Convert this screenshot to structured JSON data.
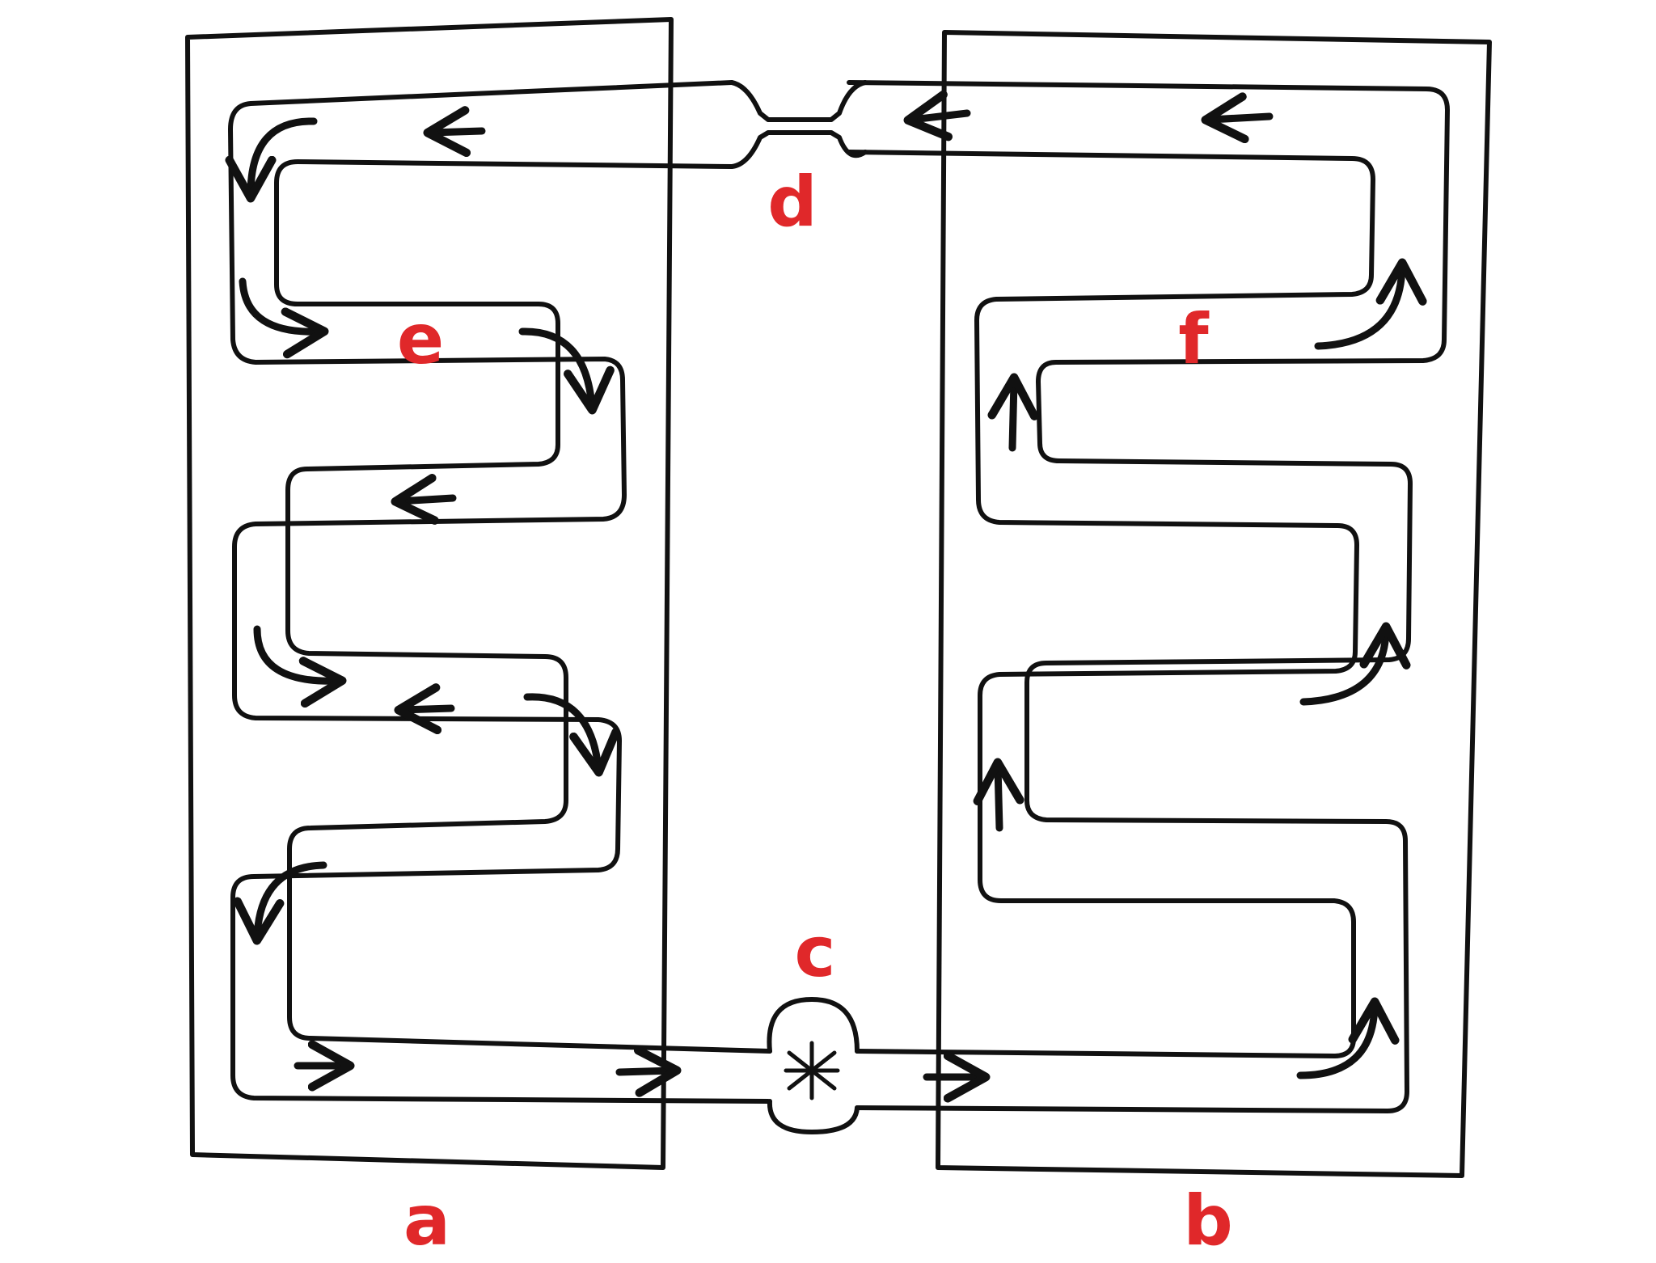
{
  "labels": {
    "a": "a",
    "b": "b",
    "c": "c",
    "d": "d",
    "e": "e",
    "f": "f"
  },
  "colors": {
    "ink": "#111111",
    "label": "#e0282a",
    "paper": "#ffffff"
  },
  "icons": {
    "pump": "asterisk-pump-icon",
    "flow": "arrow-icon"
  }
}
